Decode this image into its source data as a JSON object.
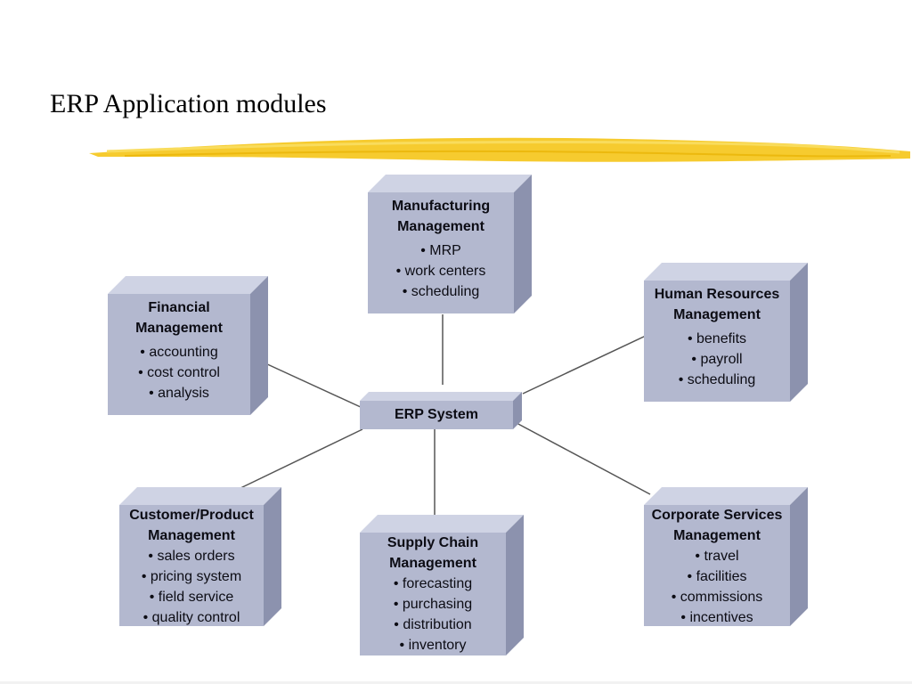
{
  "slide": {
    "title": "ERP Application modules",
    "accent_color": "#f5c518"
  },
  "diagram": {
    "center": {
      "label": "ERP System"
    },
    "modules": [
      {
        "id": "manufacturing",
        "title": "Manufacturing\nManagement",
        "items": [
          "MRP",
          "work centers",
          "scheduling"
        ]
      },
      {
        "id": "financial",
        "title": "Financial\nManagement",
        "items": [
          "accounting",
          "cost control",
          "analysis"
        ]
      },
      {
        "id": "human-resources",
        "title": "Human Resources\nManagement",
        "items": [
          "benefits",
          "payroll",
          "scheduling"
        ]
      },
      {
        "id": "customer-product",
        "title": "Customer/Product\nManagement",
        "items": [
          "sales orders",
          "pricing system",
          "field service",
          "quality control"
        ]
      },
      {
        "id": "supply-chain",
        "title": "Supply Chain\nManagement",
        "items": [
          "forecasting",
          "purchasing",
          "distribution",
          "inventory"
        ]
      },
      {
        "id": "corporate-services",
        "title": "Corporate Services\nManagement",
        "items": [
          "travel",
          "facilities",
          "commissions",
          "incentives"
        ]
      }
    ],
    "box_color": "#b3b8cf"
  }
}
